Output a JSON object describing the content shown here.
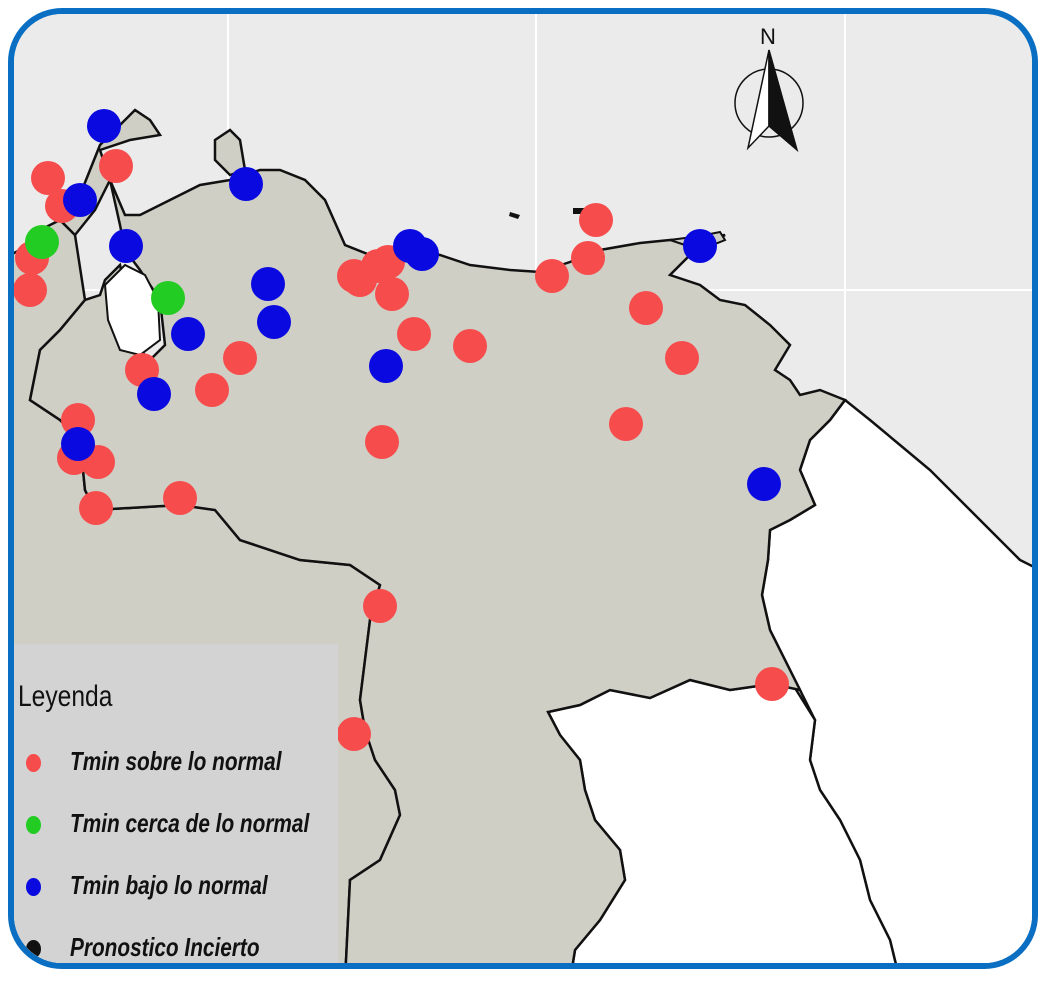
{
  "map": {
    "north_label": "N",
    "colors": {
      "ocean": "#ebebeb",
      "grid": "#ffffff",
      "venezuela": "#d0cfc6",
      "neighbor": "#ffffff",
      "border": "#111111",
      "frame": "#0a6fc2"
    }
  },
  "legend": {
    "title": "Leyenda",
    "items": [
      {
        "label": "Tmin sobre lo normal",
        "color": "#f64c4c"
      },
      {
        "label": "Tmin cerca de lo normal",
        "color": "#22cc22"
      },
      {
        "label": "Tmin bajo lo normal",
        "color": "#0a0ae0"
      },
      {
        "label": "Pronostico Incierto",
        "color": "#111111"
      }
    ]
  },
  "stations": [
    {
      "category": "sobre"
    },
    {
      "category": "sobre"
    },
    {
      "category": "sobre"
    },
    {
      "category": "sobre"
    },
    {
      "category": "sobre"
    },
    {
      "category": "sobre"
    },
    {
      "category": "sobre"
    },
    {
      "category": "sobre"
    },
    {
      "category": "sobre"
    },
    {
      "category": "sobre"
    },
    {
      "category": "sobre"
    },
    {
      "category": "sobre"
    },
    {
      "category": "sobre"
    },
    {
      "category": "sobre"
    },
    {
      "category": "sobre"
    },
    {
      "category": "sobre"
    },
    {
      "category": "sobre"
    },
    {
      "category": "sobre"
    },
    {
      "category": "sobre"
    },
    {
      "category": "sobre"
    },
    {
      "category": "sobre"
    },
    {
      "category": "sobre"
    },
    {
      "category": "sobre"
    },
    {
      "category": "sobre"
    },
    {
      "category": "sobre"
    },
    {
      "category": "sobre"
    },
    {
      "category": "sobre"
    },
    {
      "category": "sobre"
    },
    {
      "category": "sobre"
    },
    {
      "category": "sobre"
    },
    {
      "category": "cerca"
    },
    {
      "category": "cerca"
    },
    {
      "category": "bajo"
    },
    {
      "category": "bajo"
    },
    {
      "category": "bajo"
    },
    {
      "category": "bajo"
    },
    {
      "category": "bajo"
    },
    {
      "category": "bajo"
    },
    {
      "category": "bajo"
    },
    {
      "category": "bajo"
    },
    {
      "category": "bajo"
    },
    {
      "category": "bajo"
    },
    {
      "category": "bajo"
    },
    {
      "category": "bajo"
    },
    {
      "category": "bajo"
    },
    {
      "category": "bajo"
    }
  ]
}
